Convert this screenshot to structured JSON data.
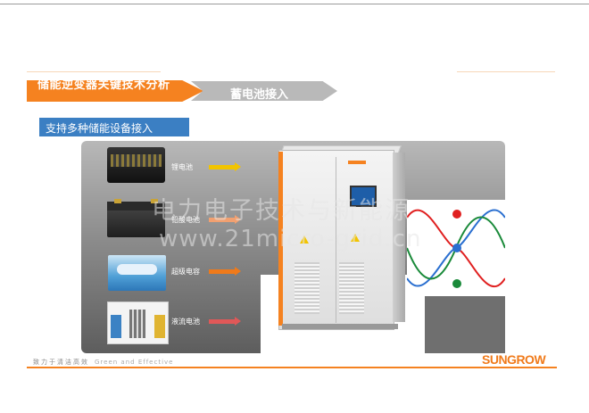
{
  "header": {
    "section_active": "储能逆变器关键技术分析",
    "section_next": "蓄电池接入"
  },
  "subtitle": "支持多种储能设备接入",
  "devices": [
    {
      "label": "锂电池",
      "arrow_color": "#f2c400"
    },
    {
      "label": "铅酸电池",
      "arrow_color": "#f2a070"
    },
    {
      "label": "超级电容",
      "arrow_color": "#f07a1a"
    },
    {
      "label": "液流电池",
      "arrow_color": "#e05858"
    }
  ],
  "watermark": {
    "line1": "电力电子技术与新能源",
    "line2": "www.21micro-grid.cn"
  },
  "footer": {
    "slogan_cn": "致力于清洁高效",
    "slogan_en": "Green and Effective",
    "logo": "SUNGROW"
  },
  "colors": {
    "accent": "#f58220",
    "subtitle_bg": "#3b7fc3",
    "phase_red": "#e02020",
    "phase_blue": "#2a6fd0",
    "phase_green": "#1a8a3a"
  }
}
